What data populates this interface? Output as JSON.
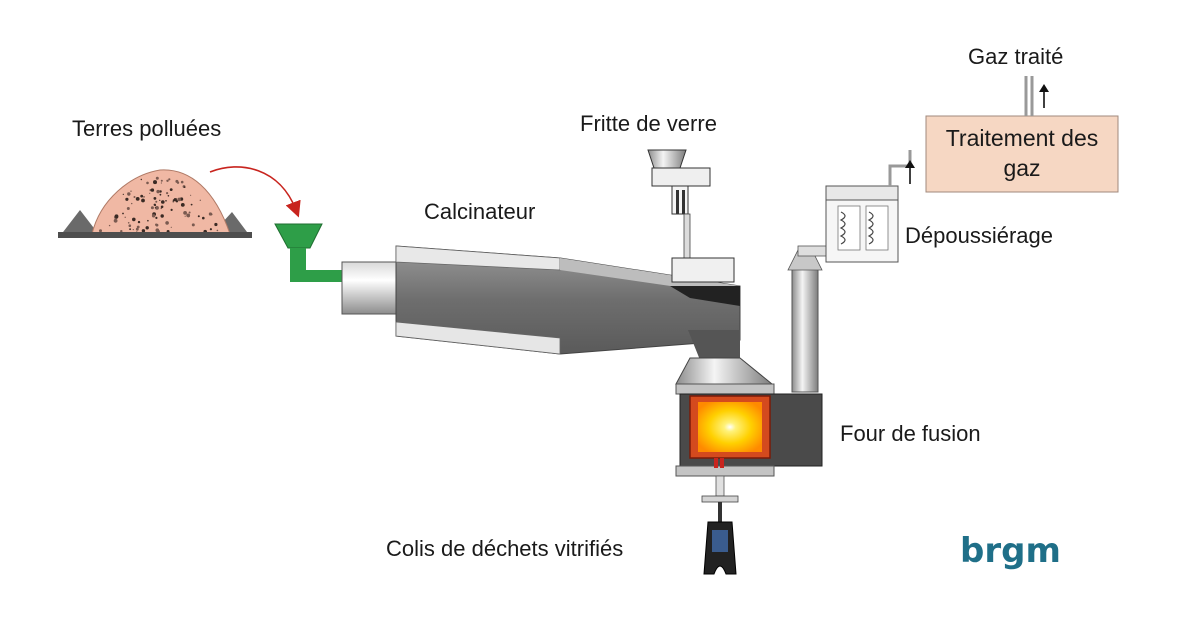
{
  "labels": {
    "soil": "Terres polluées",
    "frit": "Fritte de verre",
    "calciner": "Calcinateur",
    "dust": "Dépoussiérage",
    "gas_out": "Gaz traité",
    "gas_treat_1": "Traitement des",
    "gas_treat_2": "gaz",
    "furnace": "Four de fusion",
    "package": "Colis de déchets vitrifiés"
  },
  "logo": "brgm",
  "colors": {
    "soil_fill": "#f0b8a4",
    "hopper_green": "#2e9e48",
    "gas_box": "#f6d7c3",
    "calciner_gray": "#7a7a7a",
    "furnace_core": "#ffd800",
    "furnace_outer": "#ff7a00",
    "logo_blue": "#1f6f88",
    "arrow_red": "#c8241e"
  }
}
